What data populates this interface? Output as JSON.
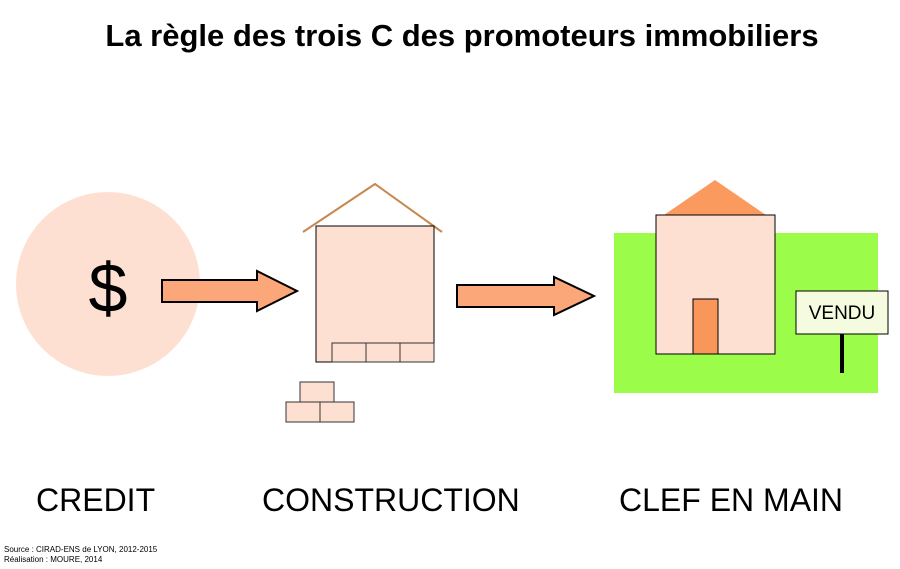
{
  "title": "La règle des trois C des promoteurs immobiliers",
  "symbol": "$",
  "sign_text": "VENDU",
  "steps": [
    {
      "label": "CREDIT"
    },
    {
      "label": "CONSTRUCTION"
    },
    {
      "label": "CLEF EN MAIN"
    }
  ],
  "credits": {
    "source": "Source : CIRAD-ENS de LYON, 2012-2015",
    "realisation": "Réalisation : MOURE, 2014"
  },
  "colors": {
    "credit_circle": "#fde0d2",
    "house_wall": "#fde0d2",
    "roof": "#fb9a5e",
    "roof_outline": "#c8874e",
    "arrow_fill": "#fca77a",
    "lawn": "#9bfc4a",
    "door": "#f9965a",
    "sign": "#f4fbdf"
  }
}
